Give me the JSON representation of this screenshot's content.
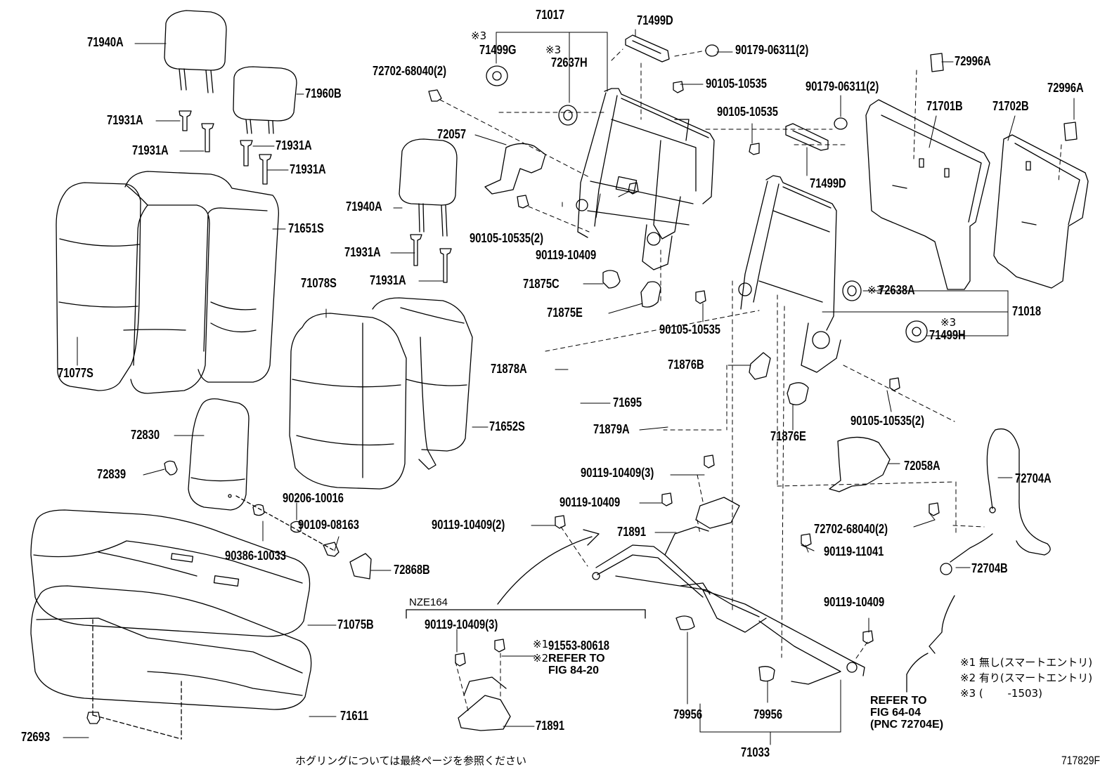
{
  "diagram": {
    "figure_id": "717829F",
    "footer_note": "ホグリングについては最終ページを参照ください",
    "variant_label": "NZE164",
    "refer_fig_84": [
      "REFER TO",
      "FIG 84-20"
    ],
    "refer_fig_64": [
      "REFER TO",
      "FIG 64-04",
      "(PNC 72704E)"
    ],
    "legend": [
      "※1 無し(スマートエントリ)",
      "※2 有り(スマートエントリ)",
      "※3 (　　 -1503)"
    ],
    "marks": {
      "m1": "※1",
      "m2": "※2",
      "m3": "※3"
    },
    "labels": {
      "p71940A_top": "71940A",
      "p71960B": "71960B",
      "p71931A_1": "71931A",
      "p71931A_2": "71931A",
      "p71931A_3": "71931A",
      "p71931A_4": "71931A",
      "p71651S": "71651S",
      "p71940A_mid": "71940A",
      "p71931A_5": "71931A",
      "p71931A_6": "71931A",
      "p71077S": "71077S",
      "p71078S": "71078S",
      "p72057": "72057",
      "p72702_top": "72702-68040(2)",
      "p71017": "71017",
      "p71499G": "71499G",
      "p72637H": "72637H",
      "p71499D_top": "71499D",
      "p90179_top": "90179-06311(2)",
      "p90105_a": "90105-10535",
      "p90105_b": "90105-10535",
      "p90179_mid": "90179-06311(2)",
      "p71499D_mid": "71499D",
      "p72996A_1": "72996A",
      "p72996A_2": "72996A",
      "p71701B": "71701B",
      "p71702B": "71702B",
      "p90105_c": "90105-10535(2)",
      "p90119_a": "90119-10409",
      "p71875C": "71875C",
      "p71875E": "71875E",
      "p90105_d": "90105-10535",
      "p72638A": "72638A",
      "p71018": "71018",
      "p71499H": "71499H",
      "p71876B": "71876B",
      "p71878A": "71878A",
      "p71695": "71695",
      "p71879A": "71879A",
      "p71876E": "71876E",
      "p90105_e": "90105-10535(2)",
      "p72830": "72830",
      "p72839": "72839",
      "p71652S": "71652S",
      "p90206": "90206-10016",
      "p90109": "90109-08163",
      "p90386": "90386-10033",
      "p72868B": "72868B",
      "p90119_b": "90119-10409(3)",
      "p90119_c": "90119-10409",
      "p90119_d": "90119-10409(2)",
      "p71891_a": "71891",
      "p72058A": "72058A",
      "p72704A": "72704A",
      "p72702_bot": "72702-68040(2)",
      "p90119_11041": "90119-11041",
      "p72704B": "72704B",
      "p71075B": "71075B",
      "p90119_e": "90119-10409(3)",
      "p91553": "91553-80618",
      "p90119_f": "90119-10409",
      "p71891_b": "71891",
      "p79956_1": "79956",
      "p79956_2": "79956",
      "p71611": "71611",
      "p72693": "72693",
      "p71033": "71033"
    }
  }
}
